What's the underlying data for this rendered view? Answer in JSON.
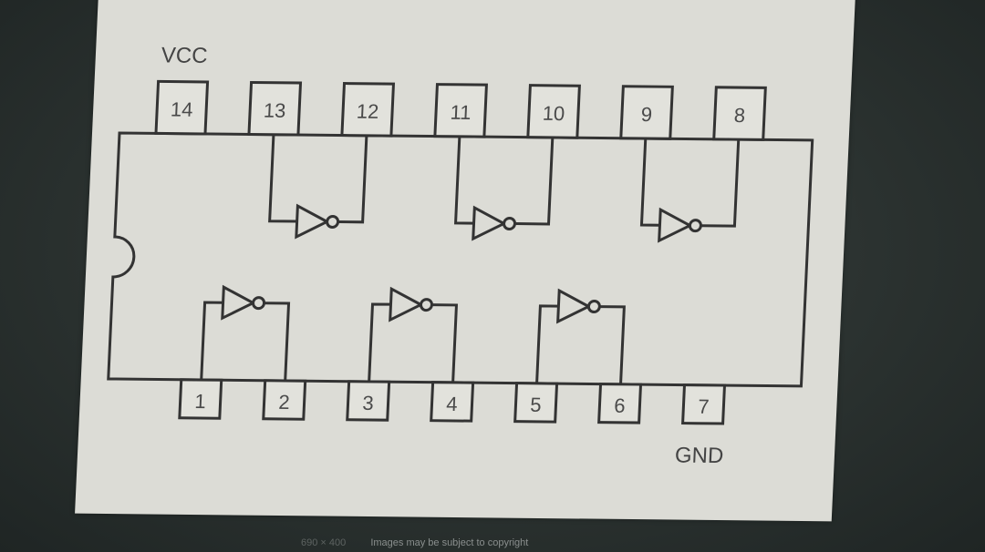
{
  "diagram": {
    "vcc_label": "VCC",
    "gnd_label": "GND",
    "top_pins": [
      "14",
      "13",
      "12",
      "11",
      "10",
      "9",
      "8"
    ],
    "bottom_pins": [
      "1",
      "2",
      "3",
      "4",
      "5",
      "6",
      "7"
    ]
  },
  "footer": {
    "size_text": "690 × 400",
    "copyright_text": "Images may be subject to copyright"
  }
}
